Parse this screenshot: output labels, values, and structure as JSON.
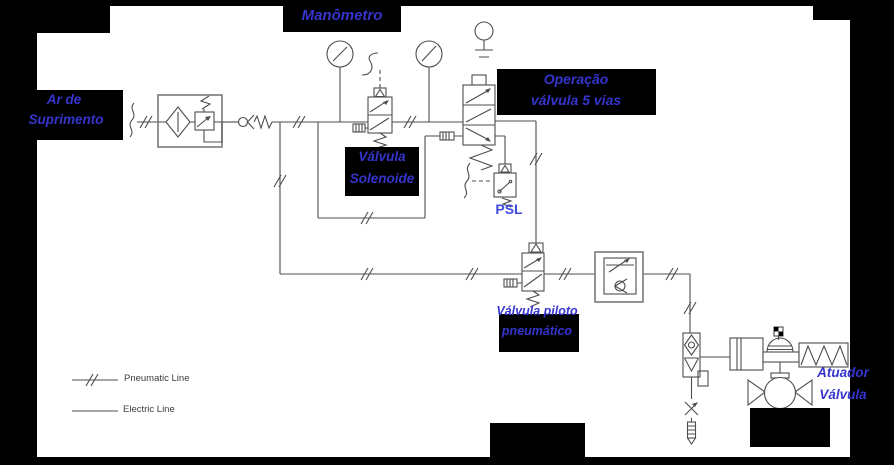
{
  "diagram": {
    "labels": {
      "manometro": "Manômetro",
      "ar_de_suprimento": {
        "line1": "Ar de",
        "line2": "Suprimento"
      },
      "valvula_solenoide": {
        "line1": "Válvula",
        "line2": "Solenoide"
      },
      "operacao_valvula_5_vias": {
        "line1": "Operação",
        "line2": "válvula 5 vias"
      },
      "psl": "PSL",
      "valvula_piloto": {
        "line1": "Válvula piloto",
        "line2": "pneumático"
      },
      "atuador_valvula": {
        "line1": "Atuador",
        "line2": "Válvula"
      }
    },
    "legend": {
      "pneumatic_line": "Pneumatic Line",
      "electric_line": "Electric Line"
    },
    "components": [
      "air-supply",
      "filter-regulator",
      "check-valve",
      "pressure-gauge-1",
      "solenoid-valve",
      "pressure-gauge-2",
      "five-way-valve",
      "psl-pressure-switch",
      "pneumatic-pilot-valve",
      "flow-control-valve",
      "quick-exhaust-valve",
      "cylinder-actuator",
      "diaphragm-actuator",
      "spring-return",
      "ball-valve",
      "bleed-needle-valve",
      "muffler"
    ],
    "colors": {
      "label_blue": "#3535cd",
      "psl_blue": "#3d49e0",
      "line_gray": "#4d4d4d",
      "legend_text": "#3d3d3d",
      "mask_black": "#000000",
      "background": "#ffffff"
    }
  }
}
